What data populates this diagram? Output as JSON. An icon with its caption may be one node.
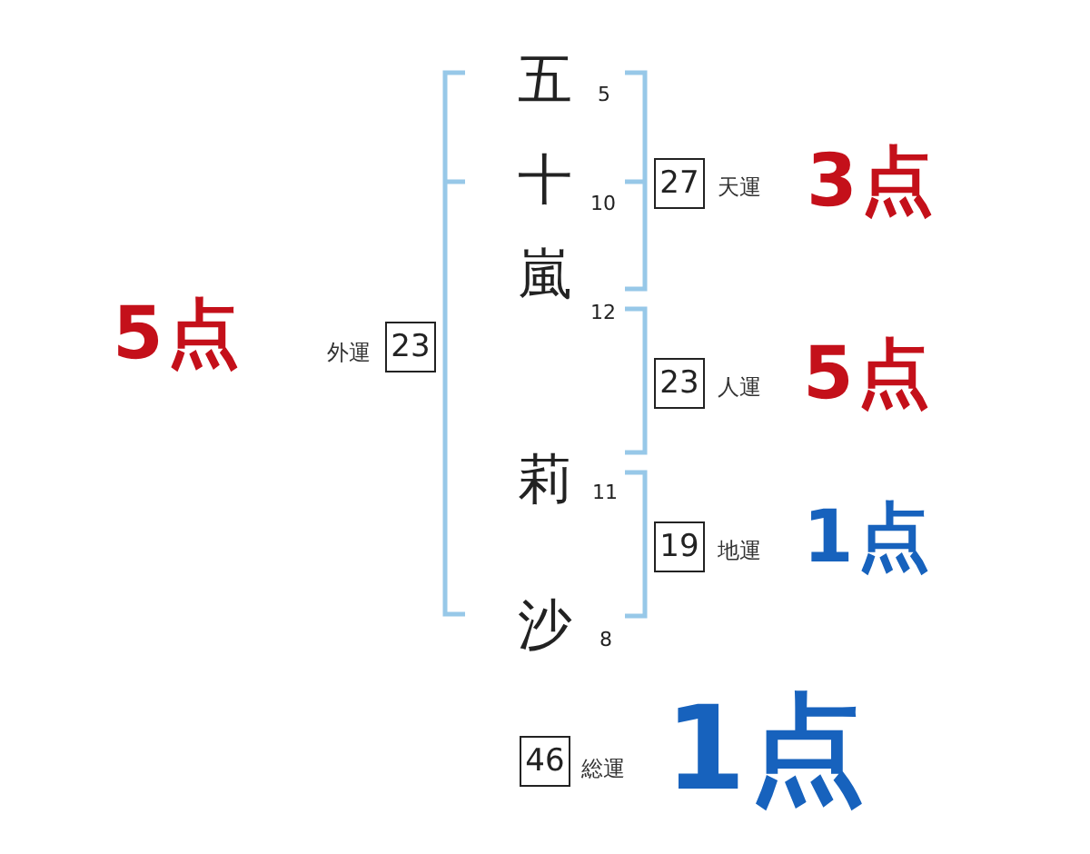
{
  "diagram": {
    "nodes": [
      {
        "text": [
          "27"
        ],
        "beside": [
          "天運",
          "3点"
        ]
      },
      {
        "text": [
          "23"
        ],
        "beside": [
          "外運",
          "5点"
        ]
      },
      {
        "text": [
          "23"
        ],
        "beside": [
          "人運",
          "5点"
        ]
      },
      {
        "text": [
          "19"
        ],
        "beside": [
          "地運",
          "1点"
        ]
      },
      {
        "text": [
          "46"
        ],
        "beside": [
          "総運",
          "1点"
        ]
      }
    ],
    "labels": [
      "五",
      "5",
      "十",
      "10",
      "嵐",
      "12",
      "莉",
      "11",
      "沙",
      "8"
    ]
  }
}
